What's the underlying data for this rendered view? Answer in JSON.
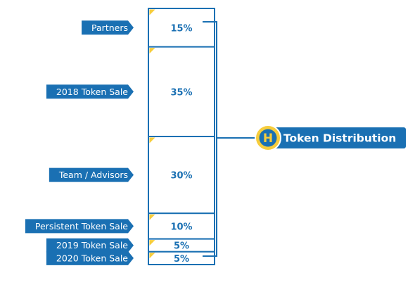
{
  "colors": {
    "primary": "#1a70b3",
    "accent": "#f7cd3c",
    "background": "#ffffff"
  },
  "chart_data": {
    "type": "bar",
    "stacked": true,
    "orientation": "vertical",
    "categories": [
      "Partners",
      "2018 Token Sale",
      "Team / Advisors",
      "Persistent Token Sale",
      "2019 Token Sale",
      "2020 Token Sale"
    ],
    "values": [
      15,
      35,
      30,
      10,
      5,
      5
    ],
    "value_labels": [
      "15%",
      "35%",
      "30%",
      "10%",
      "5%",
      "5%"
    ],
    "total": 100,
    "title": "Token Distribution",
    "title_icon": "h-logo-icon"
  }
}
